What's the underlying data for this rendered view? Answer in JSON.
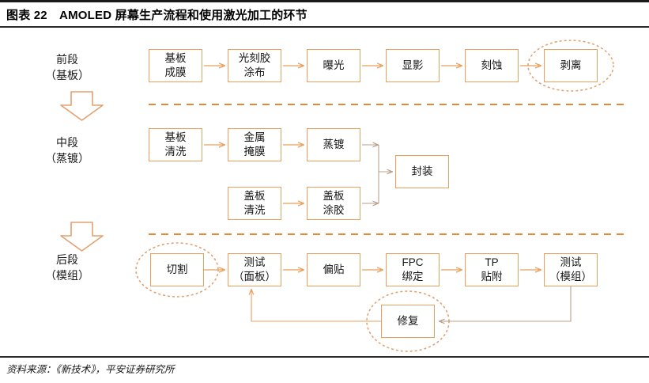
{
  "header": {
    "figure_label": "图表 22",
    "title": "AMOLED 屏幕生产流程和使用激光加工的环节",
    "full_title": "图表 22　AMOLED 屏幕生产流程和使用激光加工的环节"
  },
  "footer": {
    "source": "资料来源：《新技术》，平安证券研究所"
  },
  "colors": {
    "box_border": "#E8A05C",
    "arrow": "#E8A05C",
    "dashed_divider": "#E08B3C",
    "highlight_ellipse": "#E8A05C",
    "connector_gray": "#B9A08C",
    "rule_dark": "#1a1a1a",
    "text": "#161616",
    "background": "#FFFFFF"
  },
  "stages": [
    {
      "name": "front",
      "line1": "前段",
      "line2": "（基板）"
    },
    {
      "name": "middle",
      "line1": "中段",
      "line2": "（蒸镀）"
    },
    {
      "name": "back",
      "line1": "后段",
      "line2": "（模组）"
    }
  ],
  "stage_arrows": [
    {
      "name": "front-to-middle-arrow",
      "glyph": "down-block-arrow"
    },
    {
      "name": "middle-to-back-arrow",
      "glyph": "down-block-arrow"
    }
  ],
  "dividers": [
    {
      "name": "divider-front-middle",
      "style": "dashed"
    },
    {
      "name": "divider-middle-back",
      "style": "dashed"
    }
  ],
  "front_row": [
    {
      "id": "fab-film",
      "label": "基板\n成膜",
      "highlighted": false
    },
    {
      "id": "photoresist",
      "label": "光刻胶\n涂布",
      "highlighted": false
    },
    {
      "id": "exposure",
      "label": "曝光",
      "highlighted": false
    },
    {
      "id": "develop",
      "label": "显影",
      "highlighted": false
    },
    {
      "id": "etch",
      "label": "刻蚀",
      "highlighted": false
    },
    {
      "id": "strip",
      "label": "剥离",
      "highlighted": true
    }
  ],
  "middle_row_top": [
    {
      "id": "substrate-clean",
      "label": "基板\n清洗",
      "highlighted": false
    },
    {
      "id": "metal-mask",
      "label": "金属\n掩膜",
      "highlighted": false
    },
    {
      "id": "evaporation",
      "label": "蒸镀",
      "highlighted": false
    }
  ],
  "middle_row_bottom": [
    {
      "id": "cover-clean",
      "label": "盖板\n清洗",
      "highlighted": false
    },
    {
      "id": "cover-glue",
      "label": "盖板\n涂胶",
      "highlighted": false
    }
  ],
  "middle_merge": {
    "id": "encapsulation",
    "label": "封装",
    "highlighted": false
  },
  "back_row": [
    {
      "id": "cutting",
      "label": "切割",
      "highlighted": true
    },
    {
      "id": "test-panel",
      "label": "测试\n（面板）",
      "highlighted": false
    },
    {
      "id": "polarizer",
      "label": "偏贴",
      "highlighted": false
    },
    {
      "id": "fpc-bonding",
      "label": "FPC\n绑定",
      "highlighted": false
    },
    {
      "id": "tp-attach",
      "label": "TP\n贴附",
      "highlighted": false
    },
    {
      "id": "test-module",
      "label": "测试\n（模组）",
      "highlighted": false
    }
  ],
  "back_feedback": {
    "id": "repair",
    "label": "修复",
    "highlighted": true
  },
  "highlight_note": "虚线椭圆标注使用激光加工的环节"
}
